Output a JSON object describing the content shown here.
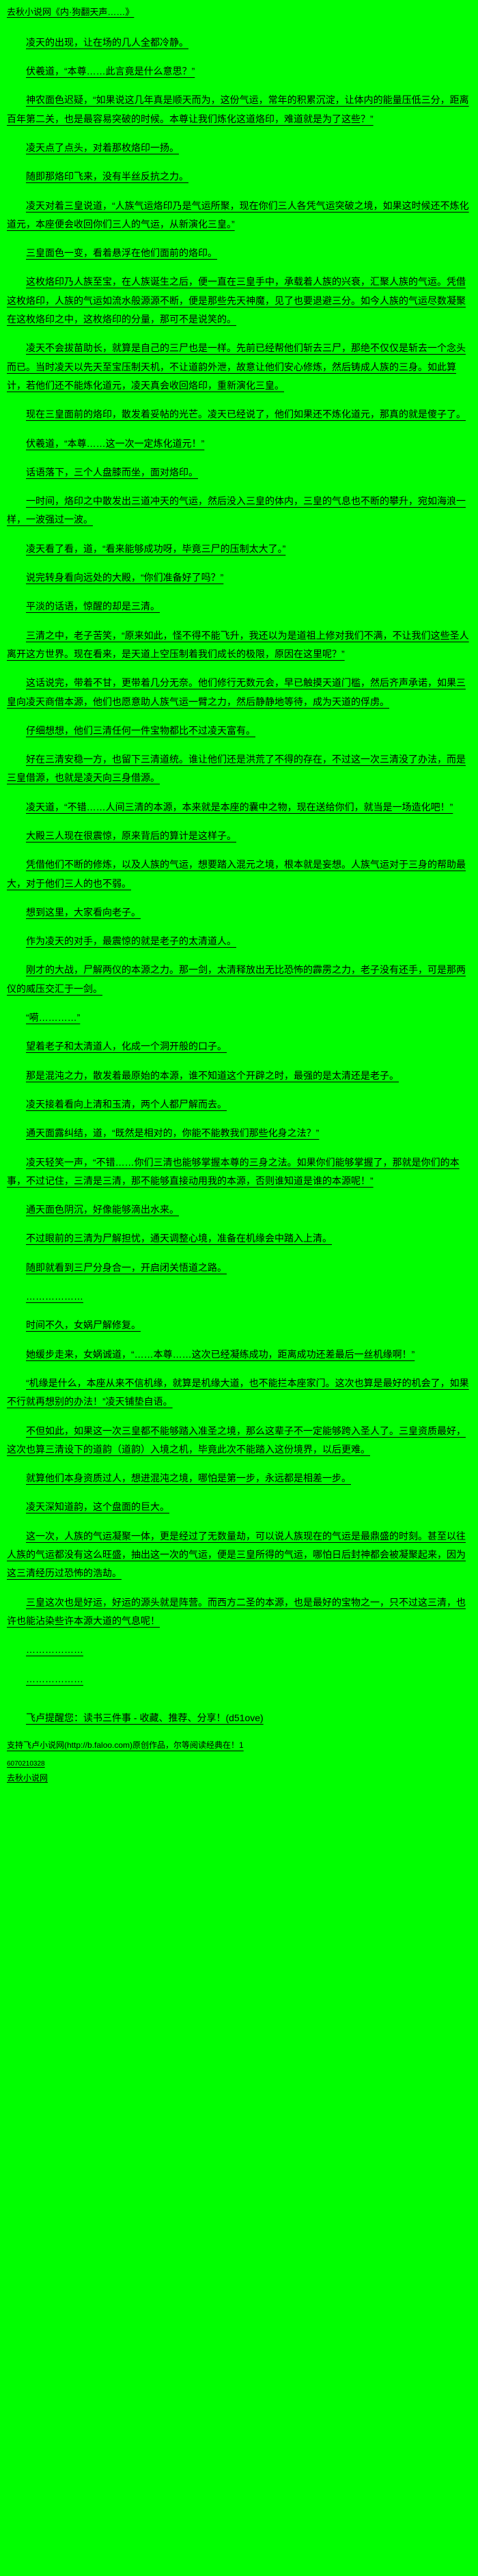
{
  "colors": {
    "background": "#00ff00",
    "text": "#000000"
  },
  "header": {
    "line": "去秋小说网《内·狗翻天声……》"
  },
  "paragraphs": [
    "凌天的出现，让在场的几人全都冷静。",
    "伏羲道，“本尊……此言竟是什么意思？”",
    "神农面色迟疑，“如果说这几年真是顺天而为，这份气运，常年的积累沉淀，让体内的能量压低三分，距离百年第二关，也是最容易突破的时候。本尊让我们炼化这道烙印，难道就是为了这些？”",
    "凌天点了点头，对着那枚烙印一扬。",
    "随即那烙印飞来，没有半丝反抗之力。",
    "凌天对着三皇说道，“人族气运烙印乃是气运所聚，现在你们三人各凭气运突破之境，如果这时候还不炼化道元，本座便会收回你们三人的气运，从新演化三皇。”",
    "三皇面色一变，看着悬浮在他们面前的烙印。",
    "这枚烙印乃人族至宝，在人族诞生之后，便一直在三皇手中，承载着人族的兴衰，汇聚人族的气运。凭借这枚烙印，人族的气运如流水般源源不断，便是那些先天神魔，见了也要退避三分。如今人族的气运尽数凝聚在这枚烙印之中，这枚烙印的分量，那可不是说笑的。",
    "凌天不会拔苗助长，就算是自己的三尸也是一样。先前已经帮他们斩去三尸，那绝不仅仅是斩去一个念头而已。当时凌天以先天至宝压制天机，不让道韵外泄，故意让他们安心修炼，然后铸成人族的三身。如此算计，若他们还不能炼化道元，凌天真会收回烙印，重新演化三皇。",
    "现在三皇面前的烙印，散发着妥帖的光芒。凌天已经说了，他们如果还不炼化道元，那真的就是傻子了。",
    "伏羲道，“本尊……这一次一定炼化道元！”",
    "话语落下，三个人盘膝而坐，面对烙印。",
    "一时间，烙印之中散发出三道冲天的气运，然后没入三皇的体内，三皇的气息也不断的攀升，宛如海浪一样，一波强过一波。",
    "凌天看了看，道，“看来能够成功呀，毕竟三尸的压制太大了。”",
    "说完转身看向远处的大殿，“你们准备好了吗？”",
    "平淡的话语，惊醒的却是三清。",
    "三清之中，老子苦笑，“原来如此，怪不得不能飞升，我还以为是道祖上修对我们不满，不让我们这些圣人离开这方世界。现在看来，是天道上空压制着我们成长的极限，原因在这里呢？”",
    "这话说完，带着不甘，更带着几分无奈。他们修行无数元会，早已触摸天道门槛，然后齐声承诺，如果三皇向凌天商借本源，他们也愿意助人族气运一臂之力，然后静静地等待，成为天道的俘虏。",
    "仔细想想，他们三清任何一件宝物都比不过凌天富有。",
    "好在三清安稳一方，也留下三清道统。谁让他们还是洪荒了不得的存在，不过这一次三清没了办法，而是三皇借源，也就是凌天向三身借源。",
    "凌天道，“不错……人间三清的本源，本来就是本座的囊中之物，现在送给你们，就当是一场造化吧！”",
    "大殿三人现在很震惊，原来背后的算计是这样子。",
    "凭借他们不断的修炼，以及人族的气运，想要踏入混元之境，根本就是妄想。人族气运对于三身的帮助最大，对于他们三人的也不弱。",
    "想到这里，大家看向老子。",
    "作为凌天的对手，最震惊的就是老子的太清道人。",
    "刚才的大战，尸解两仪的本源之力。那一剑，太清释放出无比恐怖的霹雳之力，老子没有还手，可是那两仪的威压交汇于一剑。",
    "“嗬…………”",
    "望着老子和太清道人，化成一个洞开般的口子。",
    "那是混沌之力，散发着最原始的本源，谁不知道这个开辟之时，最强的是太清还是老子。",
    "凌天接着看向上清和玉清，两个人都尸解而去。",
    "通天面露纠结，道，“既然是相对的，你能不能教我们那些化身之法？”",
    "凌天轻笑一声，“不错……你们三清也能够掌握本尊的三身之法。如果你们能够掌握了，那就是你们的本事，不过记住，三清是三清，那不能够直接动用我的本源，否则谁知道是谁的本源呢！”",
    "通天面色阴沉，好像能够滴出水来。",
    "不过眼前的三清为尸解担忧，通天调整心境，准备在机缘会中踏入上清。",
    "随即就看到三尸分身合一，开启闭关悟道之路。",
    "………………",
    "时间不久，女娲尸解修复。",
    "她缓步走来，女娲诚道，“……本尊……这次已经凝练成功，距离成功还差最后一丝机缘啊！”",
    "“机缘是什么，本座从来不信机缘，就算是机缘大道，也不能拦本座家门。这次也算是最好的机会了，如果不行就再想别的办法！”凌天铺垫自语。",
    "不但如此，如果这一次三皇都不能够踏入准圣之境，那么这辈子不一定能够跨入圣人了。三皇资质最好，这次也算三清设下的道韵（道韵）入境之机，毕竟此次不能踏入这份境界，以后更难。",
    "就算他们本身资质过人，想进混沌之境，哪怕是第一步，永远都是相差一步。",
    "凌天深知道韵，这个盘面的巨大。",
    "这一次，人族的气运凝聚一体，更是经过了无数量劫，可以说人族现在的气运是最鼎盛的时刻。甚至以往人族的气运都没有这么旺盛，抽出这一次的气运，便是三皇所得的气运，哪怕日后封神都会被凝聚起来，因为这三清经历过恐怖的浩劫。",
    "三皇这次也是好运，好运的源头就是阵营。而西方二圣的本源，也是最好的宝物之一，只不过这三清，也许也能沾染些许本源大道的气息呢！",
    "………………",
    "………………"
  ],
  "footer": {
    "reminder": "飞卢提醒您：读书三件事 - 收藏、推荐、分享！(d51ove)",
    "support": "支持飞卢小说网(http://b.faloo.com)原创作品，尔等阅读经典在！1",
    "doc_id": "6070210328",
    "site": "去秋小说网"
  }
}
